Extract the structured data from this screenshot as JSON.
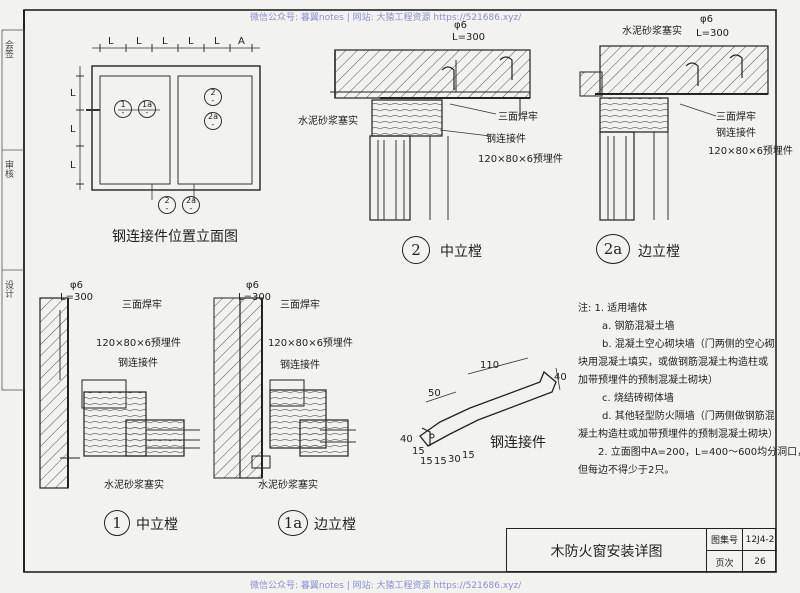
{
  "watermark_top": "微信公众号: 暮翼notes | 网站: 大猿工程资源 https://521686.xyz/",
  "watermark_bottom": "微信公众号: 暮翼notes | 网站: 大猿工程资源 https://521686.xyz/",
  "margin_labels": [
    "会签",
    "审核",
    "设计"
  ],
  "elevation": {
    "dim_L": "L",
    "dim_A": "A",
    "marks": [
      {
        "num": "1",
        "den": "-"
      },
      {
        "num": "1a",
        "den": "-"
      },
      {
        "num": "2",
        "den": "-"
      },
      {
        "num": "2a",
        "den": "-"
      },
      {
        "num": "2",
        "den": "-"
      },
      {
        "num": "2a",
        "den": "-"
      }
    ],
    "caption": "钢连接件位置立面图"
  },
  "detail_2": {
    "phi": "φ6",
    "L": "L=300",
    "mortar": "水泥砂浆塞实",
    "weld": "三面焊牢",
    "connector": "钢连接件",
    "embed": "120×80×6预埋件",
    "num": "2",
    "title": "中立樘"
  },
  "detail_2a": {
    "mortar": "水泥砂浆塞实",
    "phi": "φ6",
    "L": "L=300",
    "weld": "三面焊牢",
    "connector": "钢连接件",
    "embed": "120×80×6预埋件",
    "num": "2a",
    "title": "边立樘"
  },
  "detail_1": {
    "phi": "φ6",
    "L": "L=300",
    "weld": "三面焊牢",
    "embed": "120×80×6预埋件",
    "connector": "钢连接件",
    "mortar": "水泥砂浆塞实",
    "num": "1",
    "title": "中立樘"
  },
  "detail_1a": {
    "phi": "φ6",
    "L": "L=300",
    "weld": "三面焊牢",
    "embed": "120×80×6预埋件",
    "connector": "钢连接件",
    "mortar": "水泥砂浆塞实",
    "num": "1a",
    "title": "边立樘"
  },
  "connector_part": {
    "dims": [
      "110",
      "50",
      "40",
      "40",
      "15",
      "15",
      "15",
      "30",
      "15"
    ],
    "label": "钢连接件"
  },
  "notes": [
    "注: 1. 适用墙体",
    "a. 钢筋混凝土墙",
    "b. 混凝土空心砌块墙（门两侧的空心砌",
    "块用混凝土填实，或做钢筋混凝土构造柱或",
    "加带预埋件的预制混凝土砌块）",
    "c. 烧结砖砌体墙",
    "d. 其他轻型防火隔墙（门两侧做钢筋混",
    "凝土构造柱或加带预埋件的预制混凝土砌块）",
    "2. 立面图中A=200，L=400～600均分洞口，",
    "但每边不得少于2只。"
  ],
  "title_block": {
    "title": "木防火窗安装详图",
    "atlas_label": "图集号",
    "atlas_value": "12J4-2",
    "page_label": "页次",
    "page_value": "26"
  }
}
